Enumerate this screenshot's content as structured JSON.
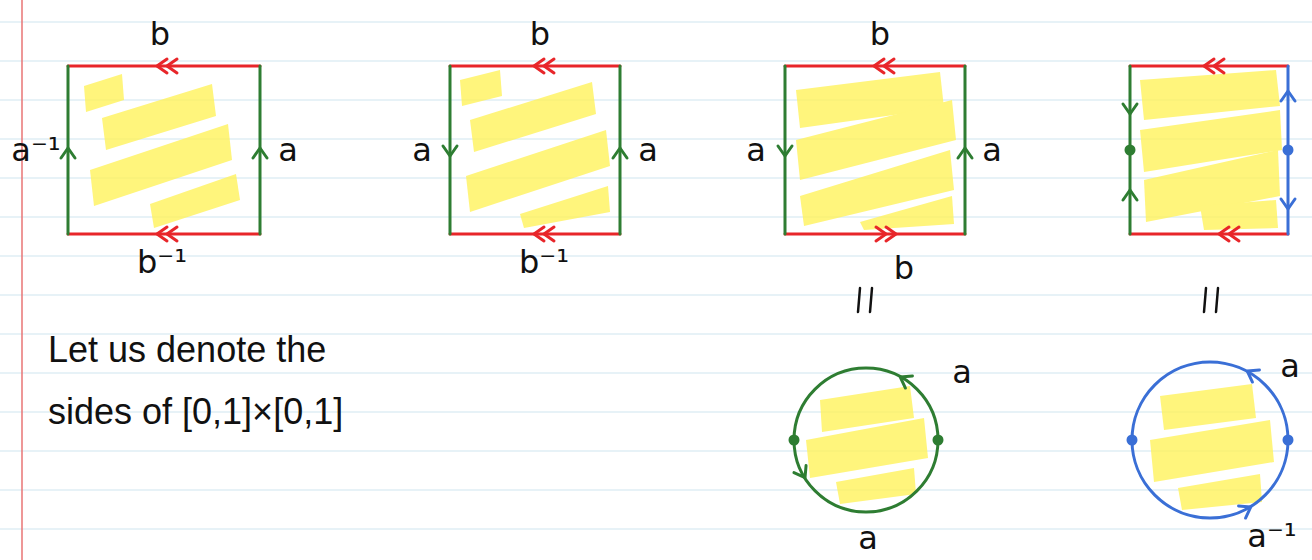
{
  "diagram": {
    "labels": [
      "b",
      "a⁻¹",
      "a",
      "b⁻¹",
      "b",
      "a",
      "a",
      "b⁻¹",
      "b",
      "a",
      "a",
      "b",
      "a",
      "a",
      "a",
      "a⁻¹",
      "Let us denote the sides of [0,1]×[0,1]"
    ]
  }
}
